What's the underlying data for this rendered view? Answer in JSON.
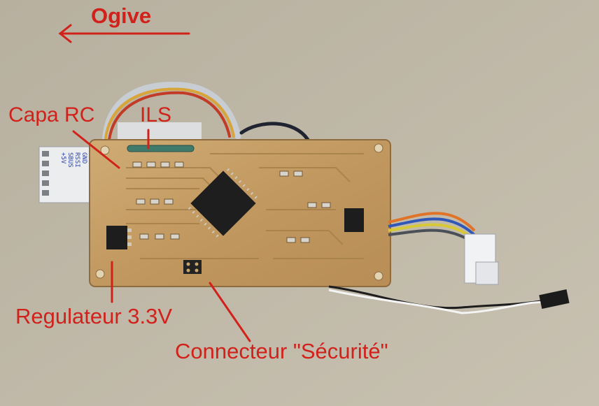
{
  "labels": {
    "ogive": "Ogive",
    "capa_rc": "Capa RC",
    "ils": "ILS",
    "regulator": "Regulateur 3.3V",
    "connector": "Connecteur \"Sécurité\""
  },
  "pin_label": "+5V\nSBUS\nRSSI\nGND",
  "colors": {
    "annotation": "#d1211b",
    "background": "#bdb6a6",
    "pcb": "#c9a46a",
    "mcu": "#1e1e1e"
  }
}
